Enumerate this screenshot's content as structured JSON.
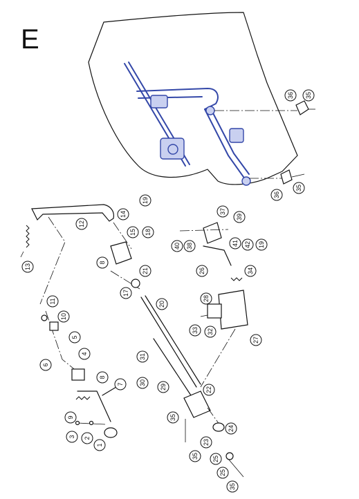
{
  "diagram": {
    "section_letter": "E",
    "inset_callouts": [
      "36",
      "35",
      "36",
      "35"
    ],
    "callouts": [
      "19",
      "14",
      "12",
      "15",
      "18",
      "13",
      "8",
      "21",
      "17",
      "11",
      "20",
      "10",
      "5",
      "6",
      "4",
      "31",
      "8",
      "7",
      "9",
      "30",
      "29",
      "3",
      "2",
      "1",
      "37",
      "39",
      "40",
      "38",
      "42",
      "19",
      "41",
      "26",
      "34",
      "28",
      "27",
      "33",
      "32",
      "22",
      "35",
      "23",
      "24",
      "25",
      "25",
      "35",
      "35"
    ]
  }
}
